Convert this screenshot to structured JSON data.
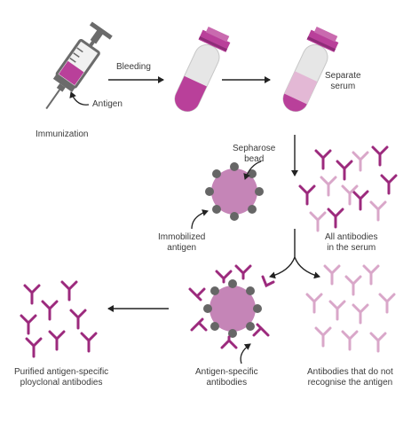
{
  "labels": {
    "antigen": "Antigen",
    "immunization": "Immunization",
    "bleeding": "Bleeding",
    "separate_serum_1": "Separate",
    "separate_serum_2": "serum",
    "sepharose_1": "Sepharose",
    "sepharose_2": "bead",
    "immobilized_1": "Immobilized",
    "immobilized_2": "antigen",
    "all_antibodies_1": "All antibodies",
    "all_antibodies_2": "in the serum",
    "specific_1": "Antigen-specific",
    "specific_2": "antibodies",
    "purified_1": "Purified antigen-specific",
    "purified_2": "ployclonal antibodies",
    "nonspecific_1": "Antibodies that do not",
    "nonspecific_2": "recognise the antigen"
  },
  "colors": {
    "magenta": "#9c2a7d",
    "magenta_light": "#d9a7c9",
    "bead": "#c585b7",
    "bead_dot": "#666666",
    "tube_fill": "#b9409a",
    "tube_glass": "#dadada",
    "serum": "#e3b8d5",
    "text": "#3a3a3a"
  }
}
